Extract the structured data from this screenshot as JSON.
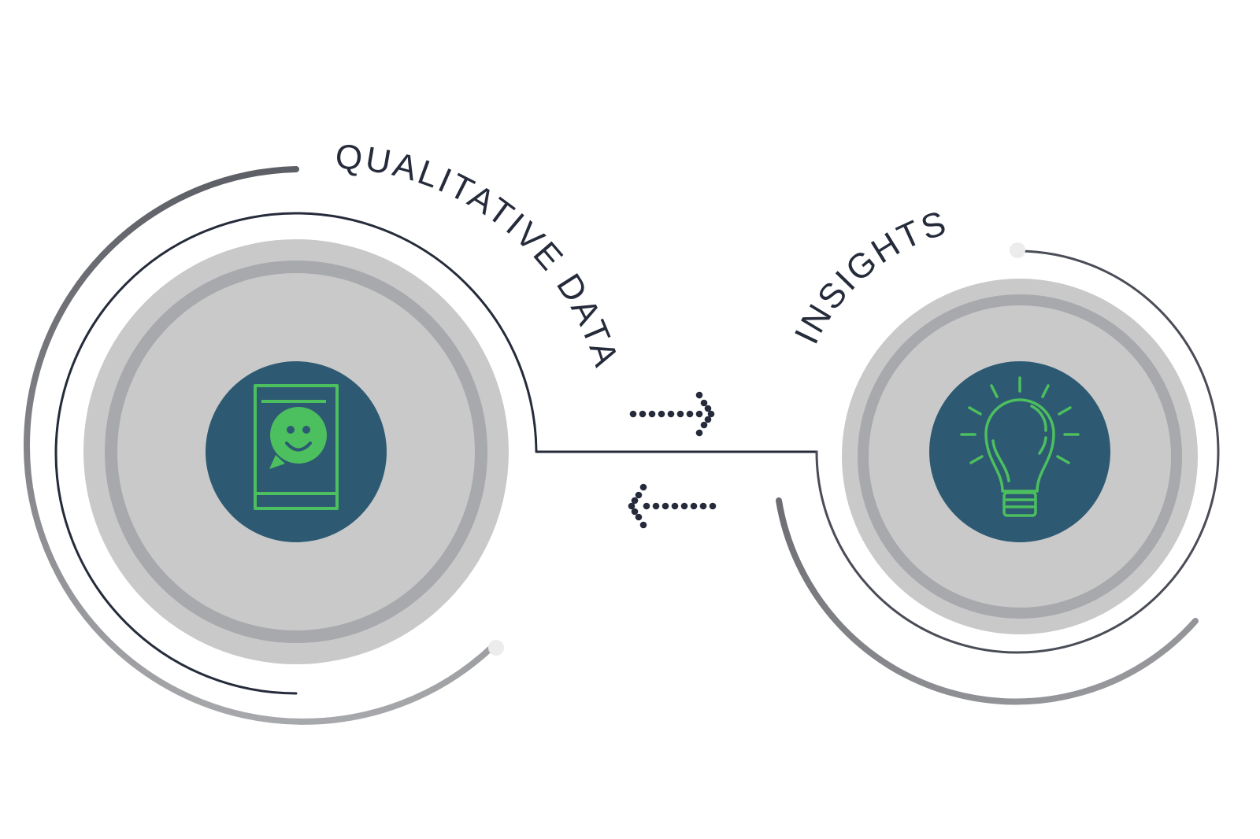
{
  "labels": {
    "left": "QUALITATIVE DATA",
    "right": "INSIGHTS"
  },
  "nodes": [
    {
      "id": "qualitative-data",
      "icon": "mobile-chat-smiley-icon"
    },
    {
      "id": "insights",
      "icon": "lightbulb-icon"
    }
  ],
  "arrows": [
    {
      "direction": "right"
    },
    {
      "direction": "left"
    }
  ],
  "colors": {
    "node_fill": "#2d5a72",
    "icon_green": "#4cbf5e",
    "halo_outer": "#c9c9ca",
    "halo_ring": "#a8a9ac",
    "line_dark": "#252b3a",
    "arc_gray": "#8e8f93",
    "dot": "#252b3a"
  }
}
